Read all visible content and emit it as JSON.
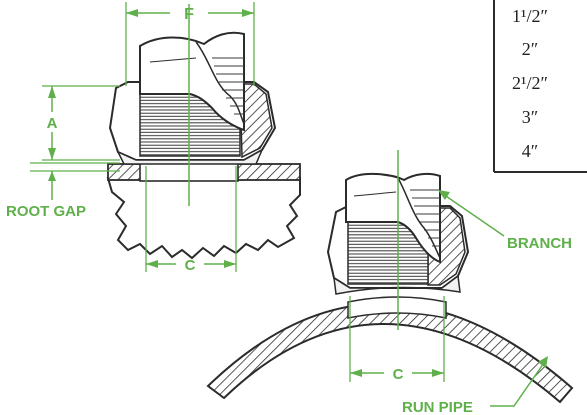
{
  "colors": {
    "dimension_green": "#5fb04a",
    "ink": "#2b2b2b",
    "background": "#ffffff"
  },
  "labels": {
    "f_dim": "F",
    "a_dim": "A",
    "c_dim_left": "C",
    "c_dim_right": "C",
    "root_gap": "ROOT GAP",
    "branch": "BRANCH",
    "run_pipe": "RUN PIPE"
  },
  "size_table": {
    "sizes": [
      "1¹/2″",
      "2″",
      "2¹/2″",
      "3″",
      "4″"
    ]
  }
}
